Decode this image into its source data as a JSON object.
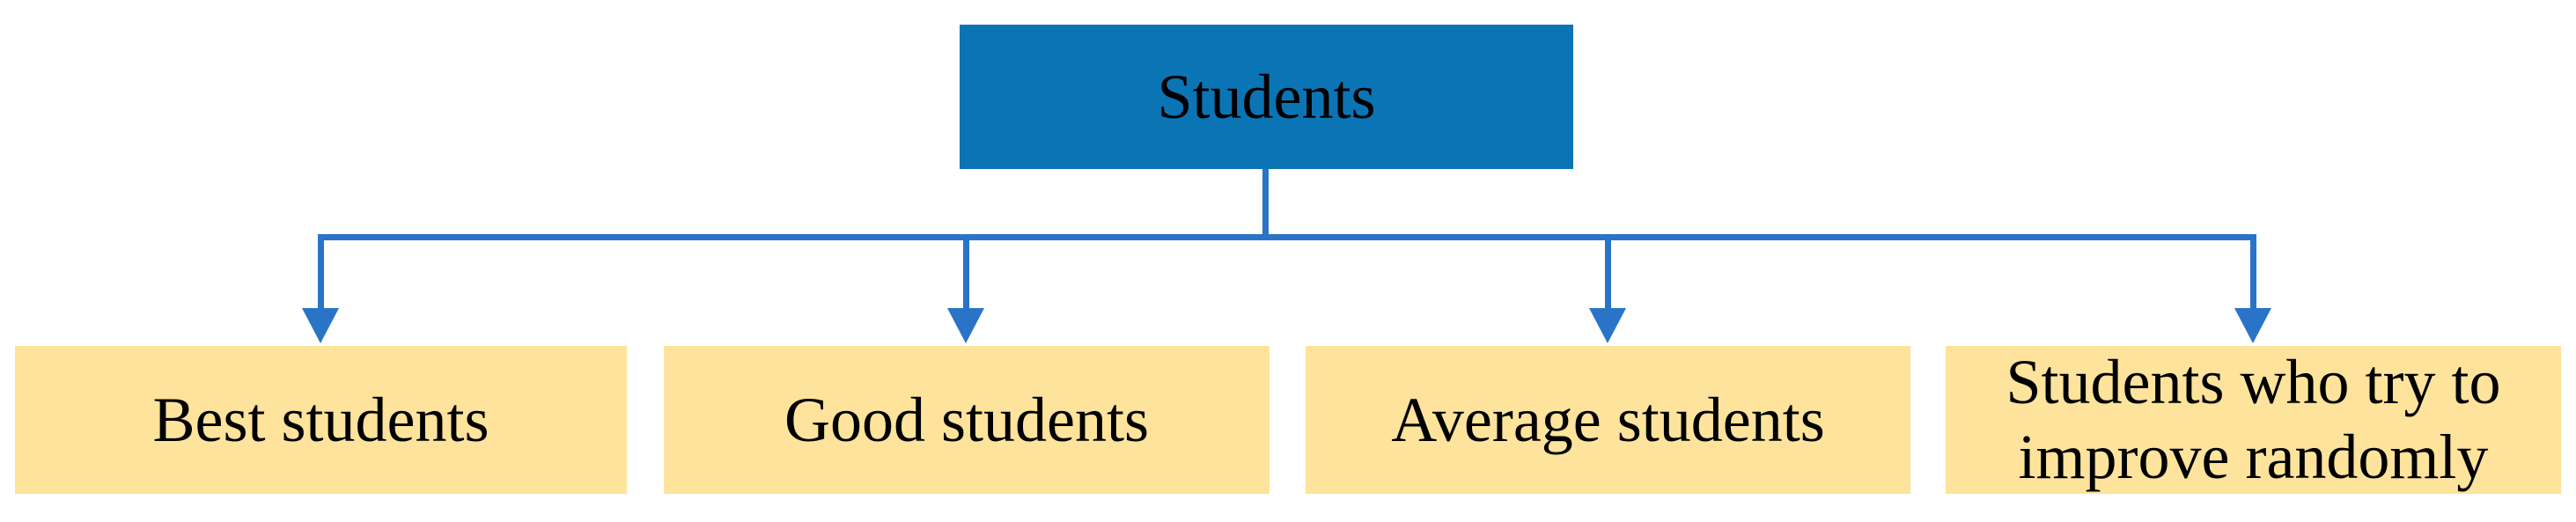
{
  "diagram": {
    "root": {
      "label": "Students"
    },
    "children": [
      {
        "label": "Best students"
      },
      {
        "label": "Good students"
      },
      {
        "label": "Average students"
      },
      {
        "label": "Students who try to improve randomly"
      }
    ],
    "colors": {
      "root_fill": "#0b74b5",
      "child_fill": "#fde39b",
      "connector": "#2a74c8",
      "text": "#000000",
      "background": "#ffffff"
    }
  }
}
